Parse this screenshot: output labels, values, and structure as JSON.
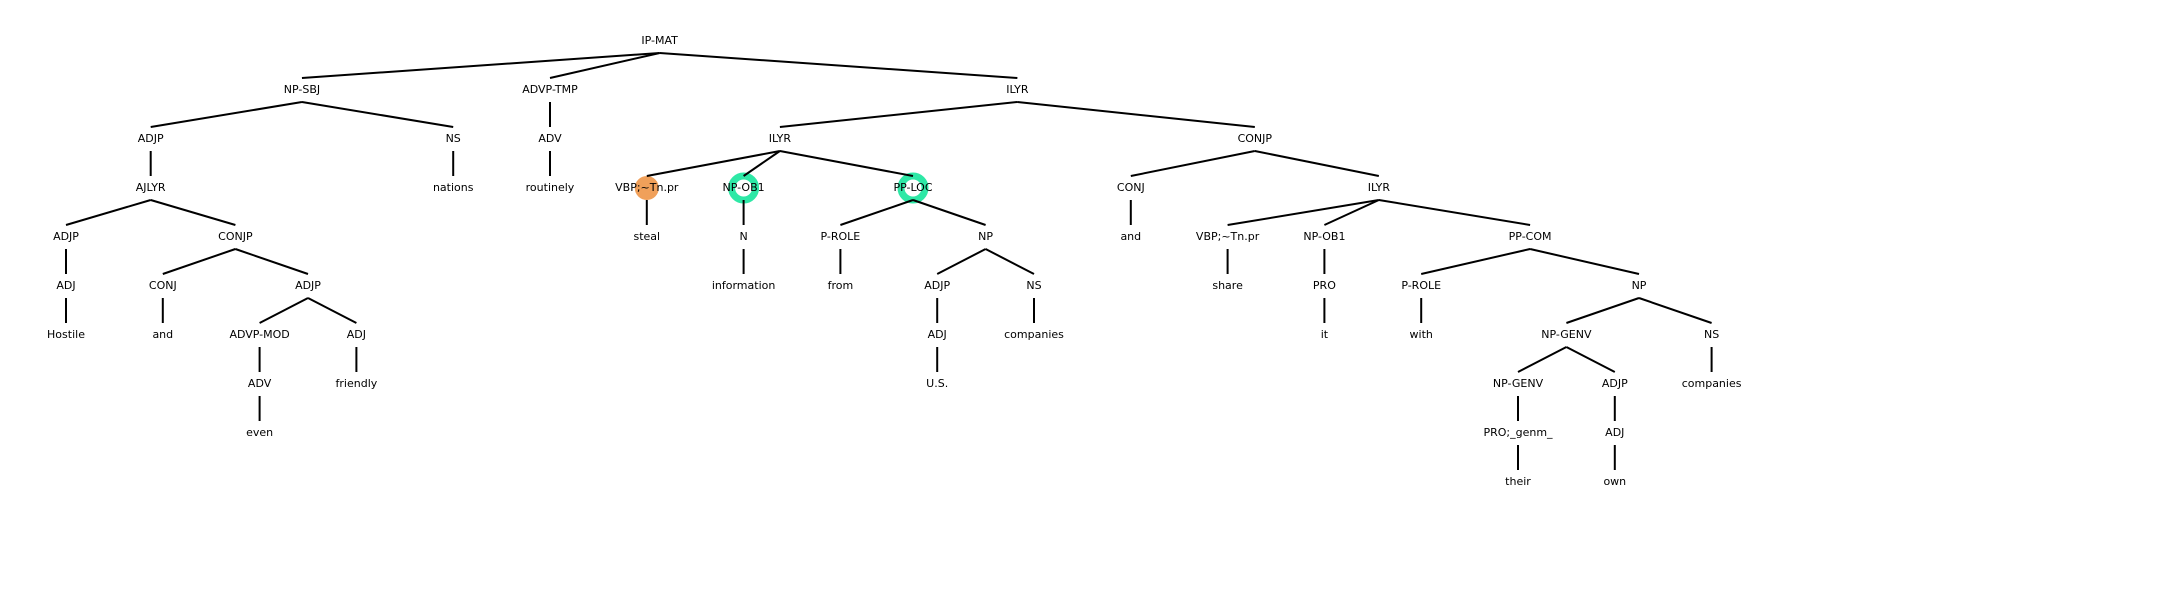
{
  "colors": {
    "line": "#000000",
    "text": "#000000",
    "verb_highlight": "#f0a05a",
    "arg_highlight": "#2ee8a6"
  },
  "tree": {
    "label": "IP-MAT",
    "children": [
      {
        "label": "NP-SBJ",
        "children": [
          {
            "label": "ADJP",
            "children": [
              {
                "label": "AJLYR",
                "children": [
                  {
                    "label": "ADJP",
                    "children": [
                      {
                        "label": "ADJ",
                        "children": [
                          {
                            "label": "Hostile"
                          }
                        ]
                      }
                    ]
                  },
                  {
                    "label": "CONJP",
                    "children": [
                      {
                        "label": "CONJ",
                        "children": [
                          {
                            "label": "and"
                          }
                        ]
                      },
                      {
                        "label": "ADJP",
                        "children": [
                          {
                            "label": "ADVP-MOD",
                            "children": [
                              {
                                "label": "ADV",
                                "children": [
                                  {
                                    "label": "even"
                                  }
                                ]
                              }
                            ]
                          },
                          {
                            "label": "ADJ",
                            "children": [
                              {
                                "label": "friendly"
                              }
                            ]
                          }
                        ]
                      }
                    ]
                  }
                ]
              }
            ]
          },
          {
            "label": "NS",
            "children": [
              {
                "label": "nations"
              }
            ]
          }
        ]
      },
      {
        "label": "ADVP-TMP",
        "children": [
          {
            "label": "ADV",
            "children": [
              {
                "label": "routinely"
              }
            ]
          }
        ]
      },
      {
        "label": "ILYR",
        "children": [
          {
            "label": "ILYR",
            "children": [
              {
                "label": "VBP;~Tn.pr",
                "highlight": "verb",
                "children": [
                  {
                    "label": "steal"
                  }
                ]
              },
              {
                "label": "NP-OB1",
                "highlight": "arg",
                "children": [
                  {
                    "label": "N",
                    "children": [
                      {
                        "label": "information"
                      }
                    ]
                  }
                ]
              },
              {
                "label": "PP-LOC",
                "highlight": "arg",
                "children": [
                  {
                    "label": "P-ROLE",
                    "children": [
                      {
                        "label": "from"
                      }
                    ]
                  },
                  {
                    "label": "NP",
                    "children": [
                      {
                        "label": "ADJP",
                        "children": [
                          {
                            "label": "ADJ",
                            "children": [
                              {
                                "label": "U.S."
                              }
                            ]
                          }
                        ]
                      },
                      {
                        "label": "NS",
                        "children": [
                          {
                            "label": "companies"
                          }
                        ]
                      }
                    ]
                  }
                ]
              }
            ]
          },
          {
            "label": "CONJP",
            "children": [
              {
                "label": "CONJ",
                "children": [
                  {
                    "label": "and"
                  }
                ]
              },
              {
                "label": "ILYR",
                "children": [
                  {
                    "label": "VBP;~Tn.pr",
                    "children": [
                      {
                        "label": "share"
                      }
                    ]
                  },
                  {
                    "label": "NP-OB1",
                    "children": [
                      {
                        "label": "PRO",
                        "children": [
                          {
                            "label": "it"
                          }
                        ]
                      }
                    ]
                  },
                  {
                    "label": "PP-COM",
                    "children": [
                      {
                        "label": "P-ROLE",
                        "children": [
                          {
                            "label": "with"
                          }
                        ]
                      },
                      {
                        "label": "NP",
                        "children": [
                          {
                            "label": "NP-GENV",
                            "children": [
                              {
                                "label": "NP-GENV",
                                "children": [
                                  {
                                    "label": "PRO;_genm_",
                                    "children": [
                                      {
                                        "label": "their"
                                      }
                                    ]
                                  }
                                ]
                              },
                              {
                                "label": "ADJP",
                                "children": [
                                  {
                                    "label": "ADJ",
                                    "children": [
                                      {
                                        "label": "own"
                                      }
                                    ]
                                  }
                                ]
                              }
                            ]
                          },
                          {
                            "label": "NS",
                            "children": [
                              {
                                "label": "companies"
                              }
                            ]
                          }
                        ]
                      }
                    ]
                  }
                ]
              }
            ]
          }
        ]
      }
    ]
  }
}
